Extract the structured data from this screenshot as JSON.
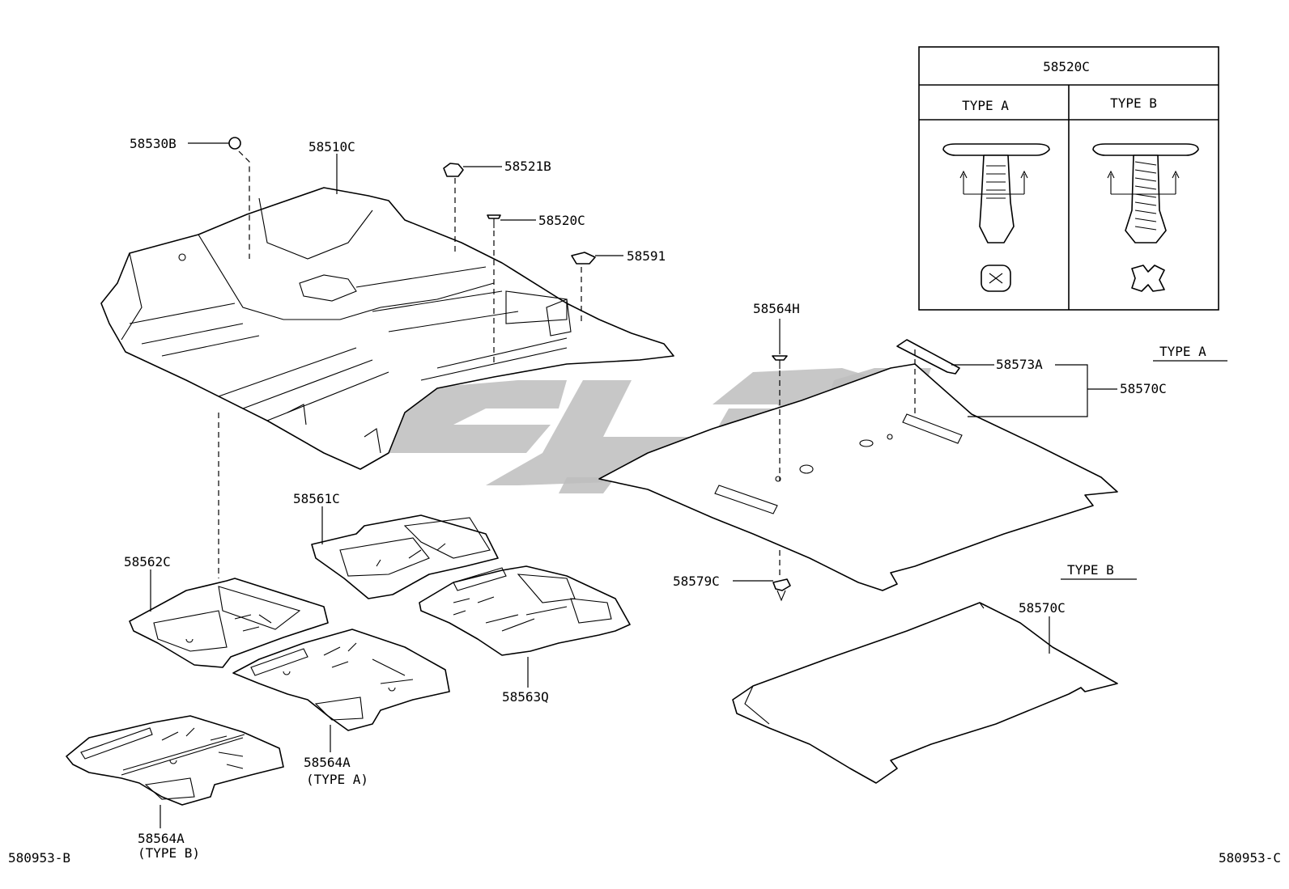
{
  "inset": {
    "title": "58520C",
    "type_a": "TYPE A",
    "type_b": "TYPE B"
  },
  "labels": {
    "p58530B": "58530B",
    "p58510C": "58510C",
    "p58521B": "58521B",
    "p58520C": "58520C",
    "p58591": "58591",
    "p58564H": "58564H",
    "p58573A": "58573A",
    "p58570C_a": "58570C",
    "type_a_heading": "TYPE A",
    "p58561C": "58561C",
    "p58562C": "58562C",
    "p58579C": "58579C",
    "type_b_heading": "TYPE B",
    "p58570C_b": "58570C",
    "p58563Q": "58563Q",
    "p58564A_a": "58564A",
    "p58564A_a_type": "(TYPE A)",
    "p58564A_b": "58564A",
    "p58564A_b_type": "(TYPE B)"
  },
  "footer": {
    "left_code": "580953-B",
    "right_code": "580953-C"
  },
  "watermark": {
    "color": "#bdbdbd"
  }
}
